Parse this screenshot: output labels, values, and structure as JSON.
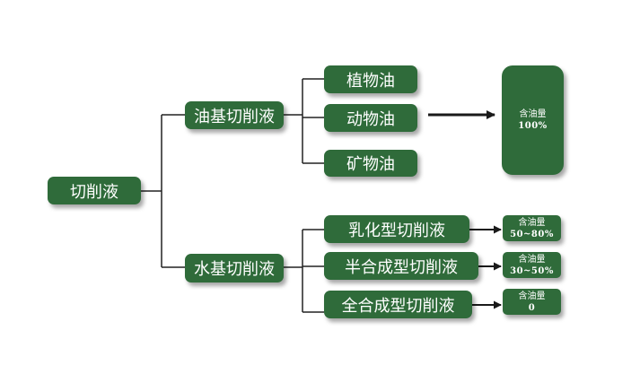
{
  "colors": {
    "box_fill": "#2f6b3a",
    "text": "#ffffff",
    "line": "#222222",
    "background": "#ffffff"
  },
  "root": {
    "label": "切削液"
  },
  "oil_based": {
    "label": "油基切削液",
    "children": [
      "植物油",
      "动物油",
      "矿物油"
    ],
    "result": {
      "label": "含油量",
      "value": "100%"
    }
  },
  "water_based": {
    "label": "水基切削液",
    "children": [
      {
        "label": "乳化型切削液",
        "result_label": "含油量",
        "result_value": "50~80%"
      },
      {
        "label": "半合成型切削液",
        "result_label": "含油量",
        "result_value": "30~50%"
      },
      {
        "label": "全合成型切削液",
        "result_label": "含油量",
        "result_value": "0"
      }
    ]
  }
}
